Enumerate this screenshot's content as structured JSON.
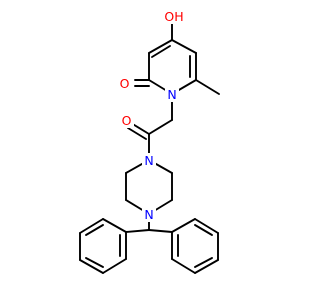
{
  "molecule": {
    "atoms": {
      "hydroxyl": "OH",
      "pyridone_oxygen": "O",
      "ring_nitrogen": "N",
      "amide_oxygen": "O",
      "piperazine_n_top": "N",
      "piperazine_n_bottom": "N"
    },
    "colors": {
      "bond": "#000000",
      "oxygen": "#ff0000",
      "nitrogen": "#0000ff"
    }
  }
}
